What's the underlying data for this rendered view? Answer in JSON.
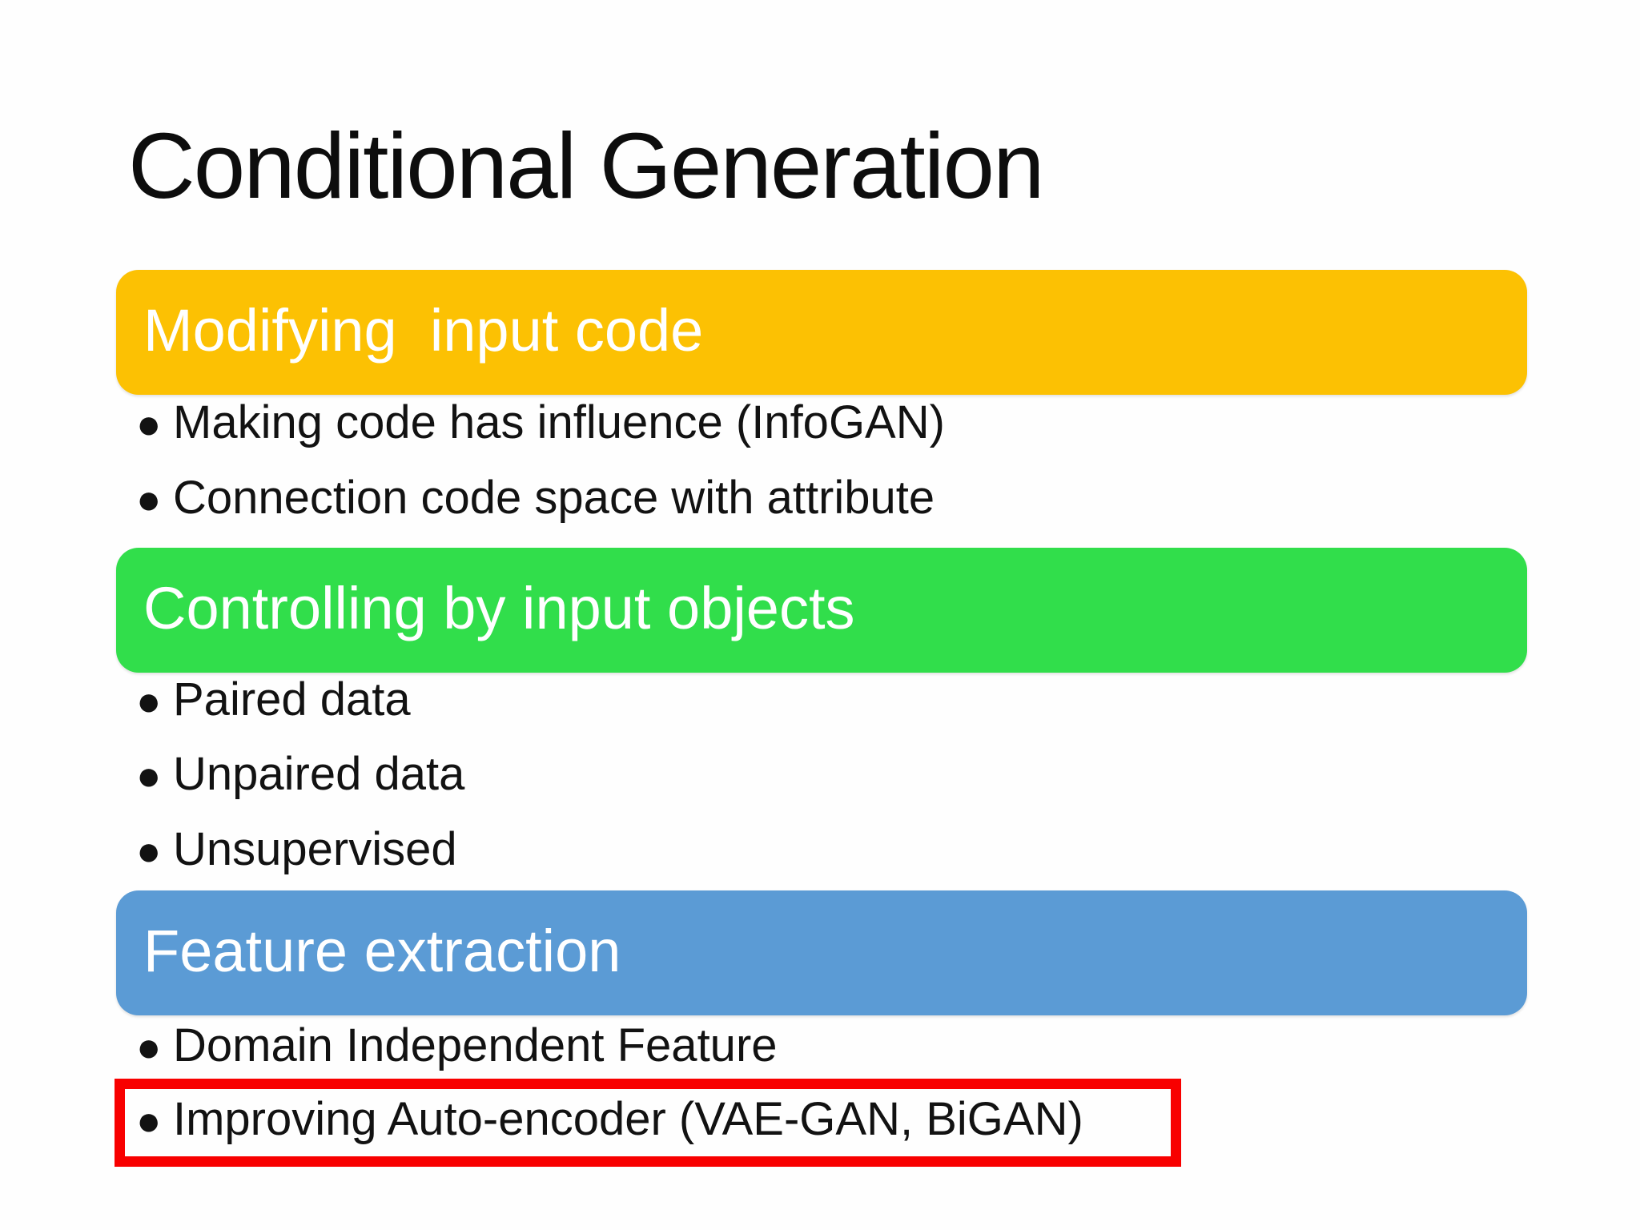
{
  "slide": {
    "title": "Conditional Generation",
    "sections": [
      {
        "header": "Modifying  input code",
        "color": "#fcc103",
        "bullets": [
          "Making code has influence (InfoGAN)",
          "Connection code space with attribute"
        ]
      },
      {
        "header": "Controlling by input objects",
        "color": "#31de4b",
        "bullets": [
          "Paired data",
          "Unpaired data",
          "Unsupervised"
        ]
      },
      {
        "header": "Feature extraction",
        "color": "#5b9bd5",
        "bullets": [
          "Domain Independent Feature",
          "Improving Auto-encoder (VAE-GAN, BiGAN)"
        ]
      }
    ],
    "bullet_glyph": "●",
    "highlight": {
      "color": "#f80000",
      "target_text": "Improving Auto-encoder (VAE-GAN, BiGAN)"
    }
  }
}
